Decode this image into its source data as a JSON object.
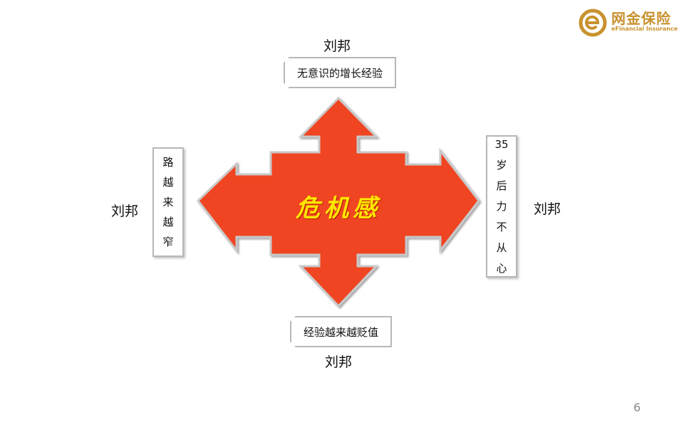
{
  "logo": {
    "cn": "网金保险",
    "en": "eFinancial Insurance",
    "icon": "e-ring-icon",
    "color": "#c8922e"
  },
  "diagram": {
    "center": "危机感",
    "arrow_color": "#f04420",
    "top": {
      "text": "无意识的增长经验",
      "person": "刘邦"
    },
    "bottom": {
      "text": "经验越来越贬值",
      "person": "刘邦"
    },
    "left": {
      "chars": [
        "路",
        "越",
        "来",
        "越",
        "窄"
      ],
      "person": "刘邦"
    },
    "right": {
      "chars": [
        "35",
        "岁",
        "后",
        "力",
        "不",
        "从",
        "心"
      ],
      "person": "刘邦"
    }
  },
  "page_number": "6"
}
